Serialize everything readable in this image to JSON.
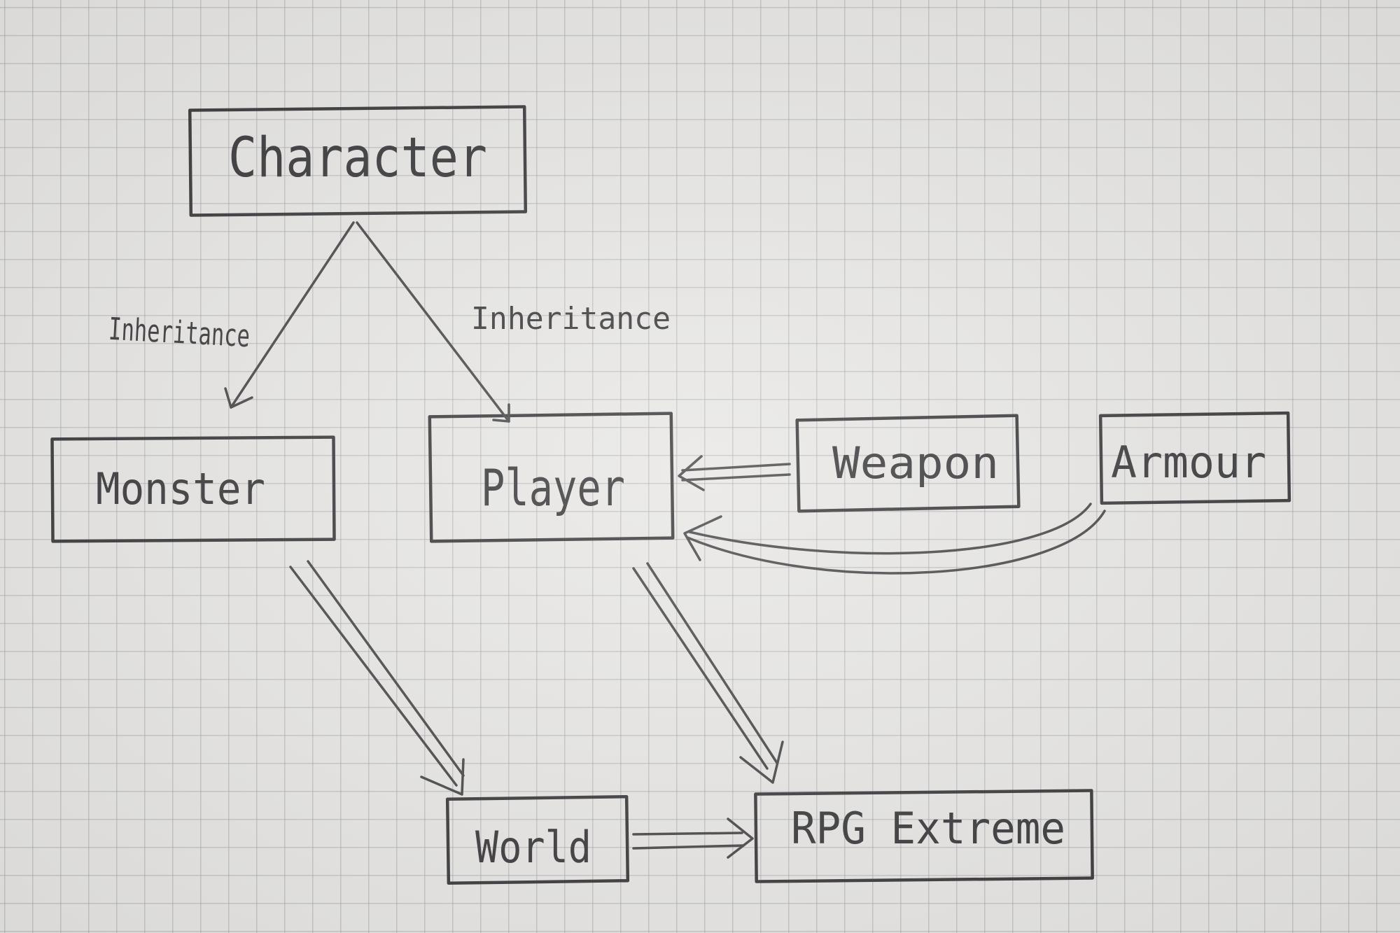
{
  "nodes": {
    "character": "Character",
    "monster": "Monster",
    "player": "Player",
    "weapon": "Weapon",
    "armour": "Armour",
    "world": "World",
    "rpg_extreme": "RPG Extreme"
  },
  "edge_labels": {
    "character_to_monster": "Inheritance",
    "character_to_player": "Inheritance"
  },
  "colors": {
    "paper": "#e8e7e5",
    "grid": "#8c8c91",
    "pencil": "#3a3a3c"
  }
}
